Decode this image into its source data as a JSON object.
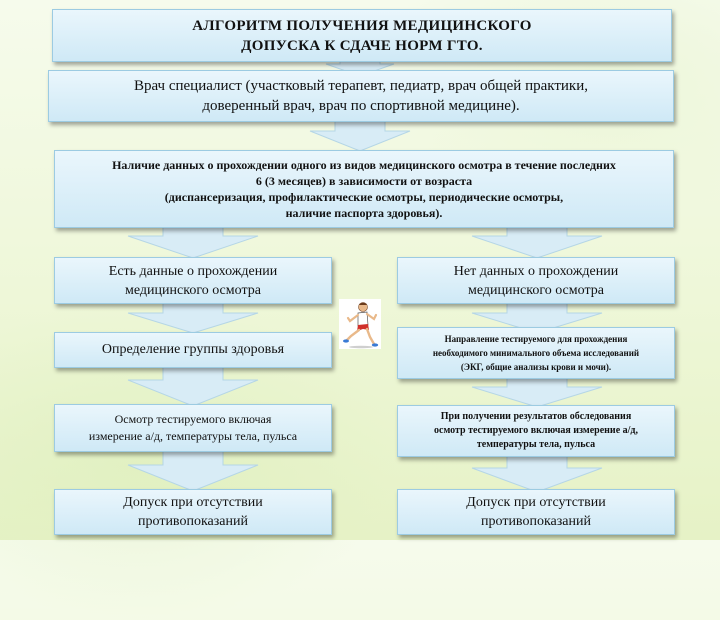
{
  "title": {
    "line1": "АЛГОРИТМ ПОЛУЧЕНИЯ МЕДИЦИНСКОГО",
    "line2": "ДОПУСКА К СДАЧЕ НОРМ ГТО."
  },
  "doctor_box": {
    "line1": "Врач специалист (участковый терапевт, педиатр, врач общей практики,",
    "line2": "доверенный врач, врач по спортивной медицине)."
  },
  "exam_box": {
    "line1": "Наличие данных о прохождении одного из видов медицинского осмотра в течение последних",
    "line2": "6 (3 месяцев) в зависимости от возраста",
    "line3": "(диспансеризация, профилактические осмотры, периодические осмотры,",
    "line4": "наличие паспорта здоровья)."
  },
  "left_branch": {
    "has_data": {
      "line1": "Есть данные о прохождении",
      "line2": "медицинского осмотра"
    },
    "health_group": {
      "line1": "Определение группы здоровья"
    },
    "exam": {
      "line1": "Осмотр тестируемого включая",
      "line2": "измерение а/д, температуры тела, пульса"
    },
    "admission": {
      "line1": "Допуск при отсутствии",
      "line2": "противопоказаний"
    }
  },
  "right_branch": {
    "no_data": {
      "line1": "Нет данных о прохождении",
      "line2": "медицинского осмотра"
    },
    "referral": {
      "line1": "Направление тестируемого для прохождения",
      "line2": "необходимого минимального объема исследований",
      "line3": "(ЭКГ, общие анализы крови и мочи)."
    },
    "results": {
      "line1": "При получении результатов обследования",
      "line2": "осмотр тестируемого включая измерение а/д,",
      "line3": "температуры тела, пульса"
    },
    "admission": {
      "line1": "Допуск при отсутствии",
      "line2": "противопоказаний"
    }
  },
  "colors": {
    "box_top": "#eaf6fc",
    "box_bottom": "#cfe9f6",
    "box_border": "#9ccbe2",
    "arrow": "#d8ecf6",
    "background": "#eef7d8"
  },
  "icons": {
    "runner": "runner-icon"
  }
}
